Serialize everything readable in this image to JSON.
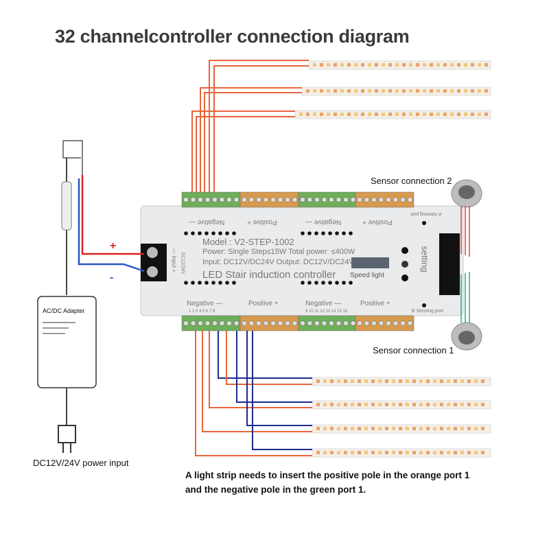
{
  "title": "32 channelcontroller connection diagram",
  "controller": {
    "model": "Model : V2-STEP-1002",
    "power": "Power: Single Step≤15W Total power: ≤400W",
    "io": "Input: DC12V/DC24V Output: DC12V/DC24V",
    "name": "LED Stair induction controller",
    "speed_light": "Speed light",
    "setting": "setting",
    "input_label": "— Input +",
    "input_voltage": "DC12/24V",
    "negative": "Negative —",
    "positive": "Positive +",
    "sensing_a": "A Sensing port",
    "sensing_b": "B Sensing port",
    "bottom_ports_1": "1 2 3 4 5 6 7 8",
    "bottom_ports_2": "9 10 11 12 13 14 15 16"
  },
  "power": {
    "plus": "+",
    "minus": "-",
    "adapter_label": "AC/DC Adapter",
    "input_caption": "DC12V/24V power input"
  },
  "sensors": {
    "sensor2": "Sensor connection 2",
    "sensor1": "Sensor connection 1"
  },
  "note": {
    "line1": "A light strip needs to insert the positive pole in the orange port 1",
    "line2": "and the negative pole in the green port 1."
  },
  "colors": {
    "positive_wire": "#e8643a",
    "negative_wire": "#1c2a8c",
    "terminal_green": "#6fae5a",
    "terminal_orange": "#d89a4e",
    "led_strip": "#f4efe6"
  }
}
